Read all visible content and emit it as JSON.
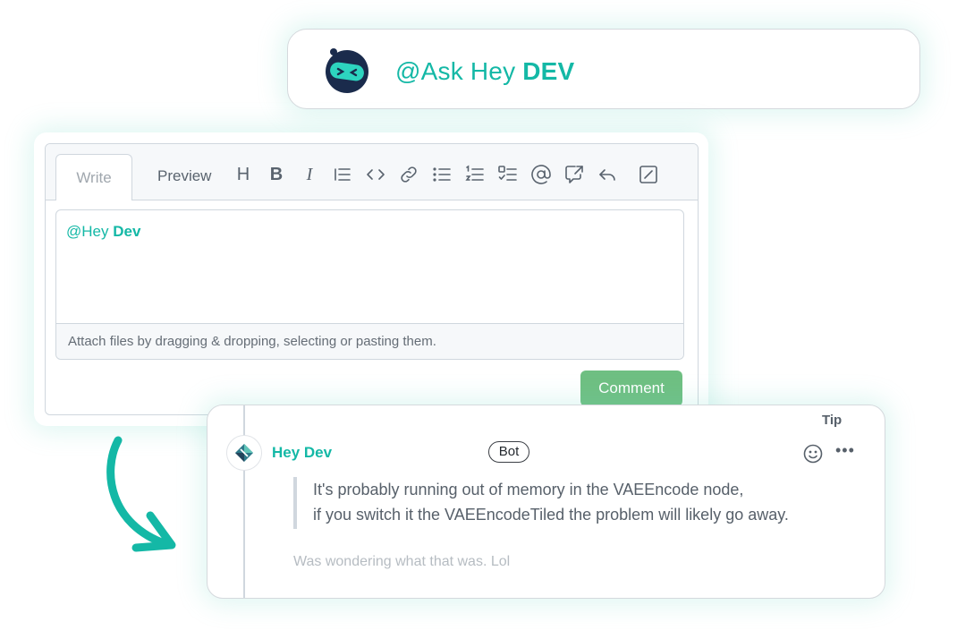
{
  "banner": {
    "prefix": "@Ask Hey ",
    "strong": "DEV"
  },
  "editor": {
    "tabs": {
      "write": "Write",
      "preview": "Preview"
    },
    "toolbar": {
      "heading": "H",
      "bold": "B",
      "italic": "I"
    },
    "mention_prefix": "@Hey ",
    "mention_strong": "Dev",
    "attach_hint": "Attach files by dragging & dropping, selecting or pasting them.",
    "comment_label": "Comment"
  },
  "comment": {
    "tip": "Tip",
    "author": "Hey Dev",
    "badge": "Bot",
    "more": "•••",
    "quote_lines": [
      "It's probably running out of memory in the VAEEncode node,",
      "if you switch it the VAEEncodeTiled the problem will likely go away."
    ],
    "reply": "Was wondering what that was. Lol"
  },
  "colors": {
    "accent": "#14b8a6",
    "comment_button": "#6fbf82",
    "logo_bg": "#1a2b4c",
    "logo_face": "#2dd4bf"
  }
}
